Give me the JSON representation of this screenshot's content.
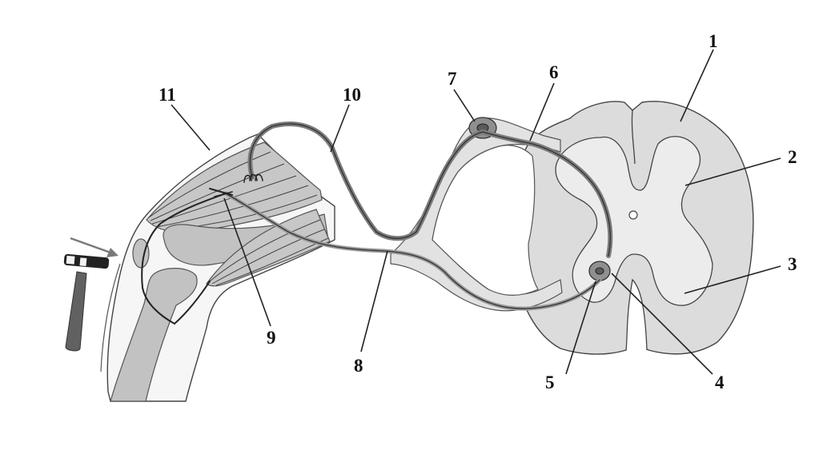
{
  "labels": {
    "l1": "1",
    "l2": "2",
    "l3": "3",
    "l4": "4",
    "l5": "5",
    "l6": "6",
    "l7": "7",
    "l8": "8",
    "l9": "9",
    "l10": "10",
    "l11": "11"
  },
  "colors": {
    "white_matter": "#dcdcdc",
    "gray_matter": "#ececec",
    "nerve": "#9a9a9a",
    "muscle": "#c7c7c7",
    "bone": "#c2c2c2",
    "hammer": "#616161",
    "arrow": "#7a7a7a"
  }
}
